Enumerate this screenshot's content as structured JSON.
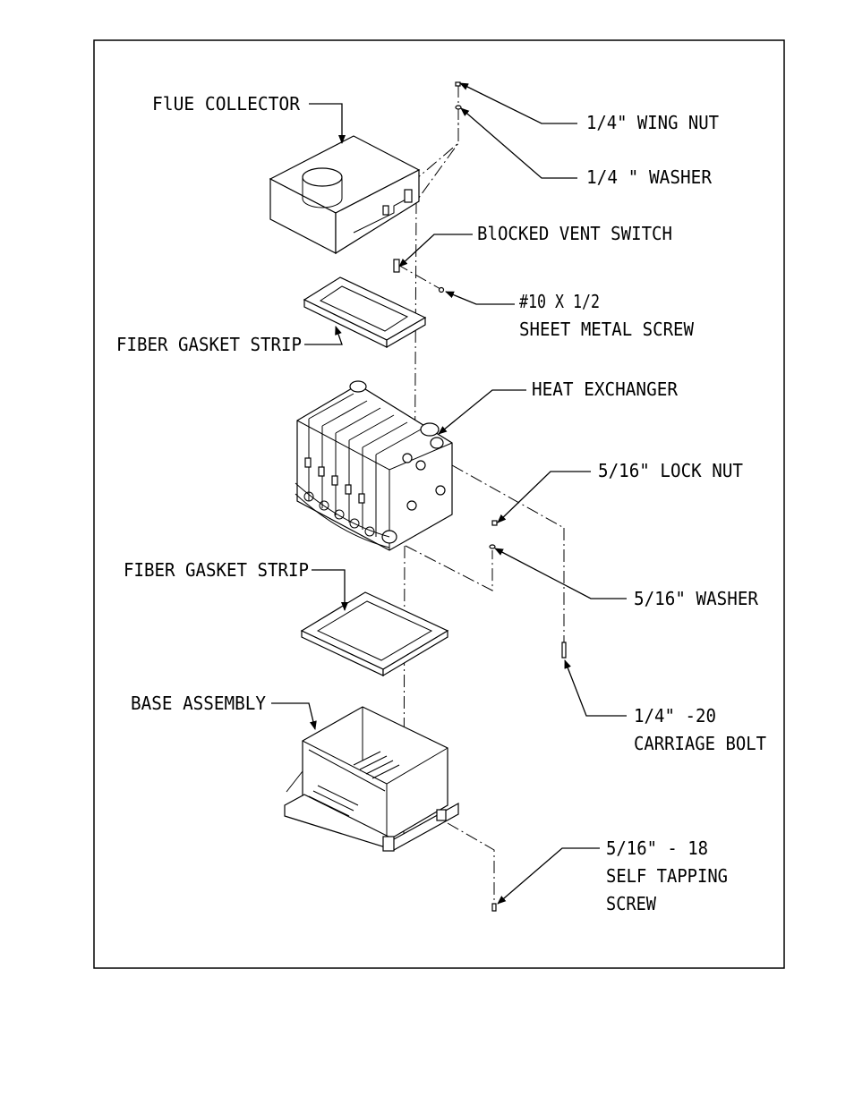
{
  "labels": {
    "flue_collector": "FlUE COLLECTOR",
    "wing_nut": "1/4\" WING NUT",
    "washer_quarter": "1/4 \" WASHER",
    "blocked_vent_switch": "BlOCKED VENT SWITCH",
    "sheet_metal_screw_line1": "#10 X 1/2",
    "sheet_metal_screw_line2": "SHEET METAL SCREW",
    "fiber_gasket_top": "FIBER GASKET STRIP",
    "heat_exchanger": "HEAT EXCHANGER",
    "lock_nut": "5/16\" LOCK NUT",
    "washer_516": "5/16\" WASHER",
    "fiber_gasket_bottom": "FIBER GASKET STRIP",
    "base_assembly": "BASE ASSEMBLY",
    "carriage_bolt_line1": "1/4\" -20",
    "carriage_bolt_line2": "CARRIAGE BOLT",
    "tapping_screw_line1": "5/16\" - 18",
    "tapping_screw_line2": "SELF TAPPING",
    "tapping_screw_line3": "SCREW"
  }
}
